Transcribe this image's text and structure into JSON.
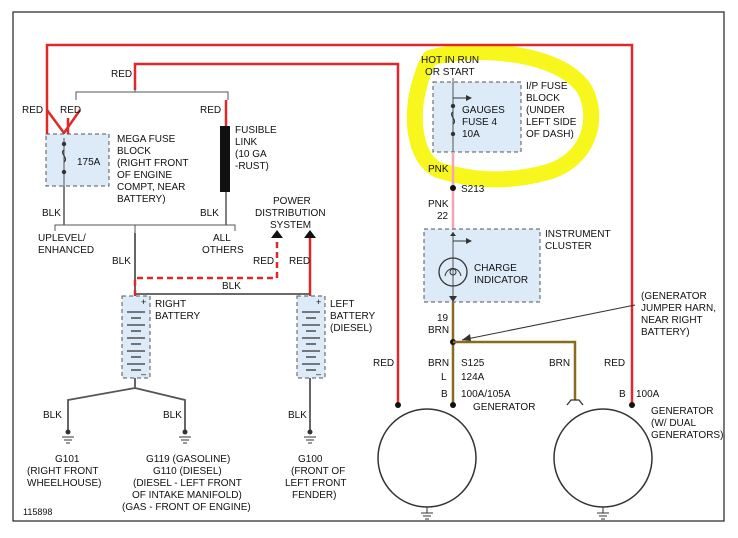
{
  "colors": {
    "red": "#e0282a",
    "pink": "#f2a6b4",
    "brown": "#8a6a1e",
    "black": "#111111",
    "gray": "#555555",
    "box_fill": "#dcebf7",
    "highlight": "#f7f711",
    "frame": "#222222"
  },
  "labels": {
    "red_top": "RED",
    "red_left1": "RED",
    "red_left2": "RED",
    "red_fusible": "RED",
    "mega_fuse_amp": "175A",
    "mega_fuse_desc": [
      "MEGA FUSE",
      "BLOCK",
      "(RIGHT FRONT",
      "OF ENGINE",
      "COMPT, NEAR",
      "BATTERY)"
    ],
    "fusible_desc": [
      "FUSIBLE",
      "LINK",
      "(10 GA",
      "-RUST)"
    ],
    "blk_mega": "BLK",
    "blk_fusible": "BLK",
    "uplevel": [
      "UPLEVEL/",
      "ENHANCED"
    ],
    "all_others": [
      "ALL",
      "OTHERS"
    ],
    "power_dist": [
      "POWER",
      "DISTRIBUTION",
      "SYSTEM"
    ],
    "red_dashed": "RED",
    "red_pds": "RED",
    "blk_left": "BLK",
    "blk_between": "BLK",
    "right_battery": [
      "RIGHT",
      "BATTERY"
    ],
    "left_battery": [
      "LEFT",
      "BATTERY",
      "(DIESEL)"
    ],
    "blk_g101": "BLK",
    "blk_g119": "BLK",
    "blk_g100": "BLK",
    "g101": [
      "G101",
      "(RIGHT FRONT",
      "WHEELHOUSE)"
    ],
    "g119": [
      "G119 (GASOLINE)",
      "G110 (DIESEL)",
      "(DIESEL - LEFT FRONT",
      "OF INTAKE MANIFOLD)",
      "(GAS - FRONT OF ENGINE)"
    ],
    "g100": [
      "G100",
      "(FRONT OF",
      "LEFT FRONT",
      "FENDER)"
    ],
    "figure_id": "115898",
    "hot_in_run": [
      "HOT IN RUN",
      "OR START"
    ],
    "gauges_fuse": [
      "GAUGES",
      "FUSE 4",
      "10A"
    ],
    "ip_fuse_block": [
      "I/P FUSE",
      "BLOCK",
      "(UNDER",
      "LEFT SIDE",
      "OF DASH)"
    ],
    "pnk1": "PNK",
    "s213": "S213",
    "pnk2": "PNK",
    "pin22": "22",
    "instrument_cluster": [
      "INSTRUMENT",
      "CLUSTER"
    ],
    "charge_indicator": [
      "CHARGE",
      "INDICATOR"
    ],
    "pin19": "19",
    "brn1": "BRN",
    "brn2": "BRN",
    "s125": "S125",
    "l_pin": "L",
    "l_amp": "124A",
    "b_pin": "B",
    "b_amp": "100A/105A",
    "generator": "GENERATOR",
    "red_gen_left": "RED",
    "brn_right": "BRN",
    "red_right": "RED",
    "jumper_harn": [
      "(GENERATOR",
      "JUMPER HARN,",
      "NEAR RIGHT",
      "BATTERY)"
    ],
    "b_pin2": "B",
    "amp_100": "100A",
    "generator2": [
      "GENERATOR",
      "(W/ DUAL",
      "GENERATORS)"
    ]
  }
}
